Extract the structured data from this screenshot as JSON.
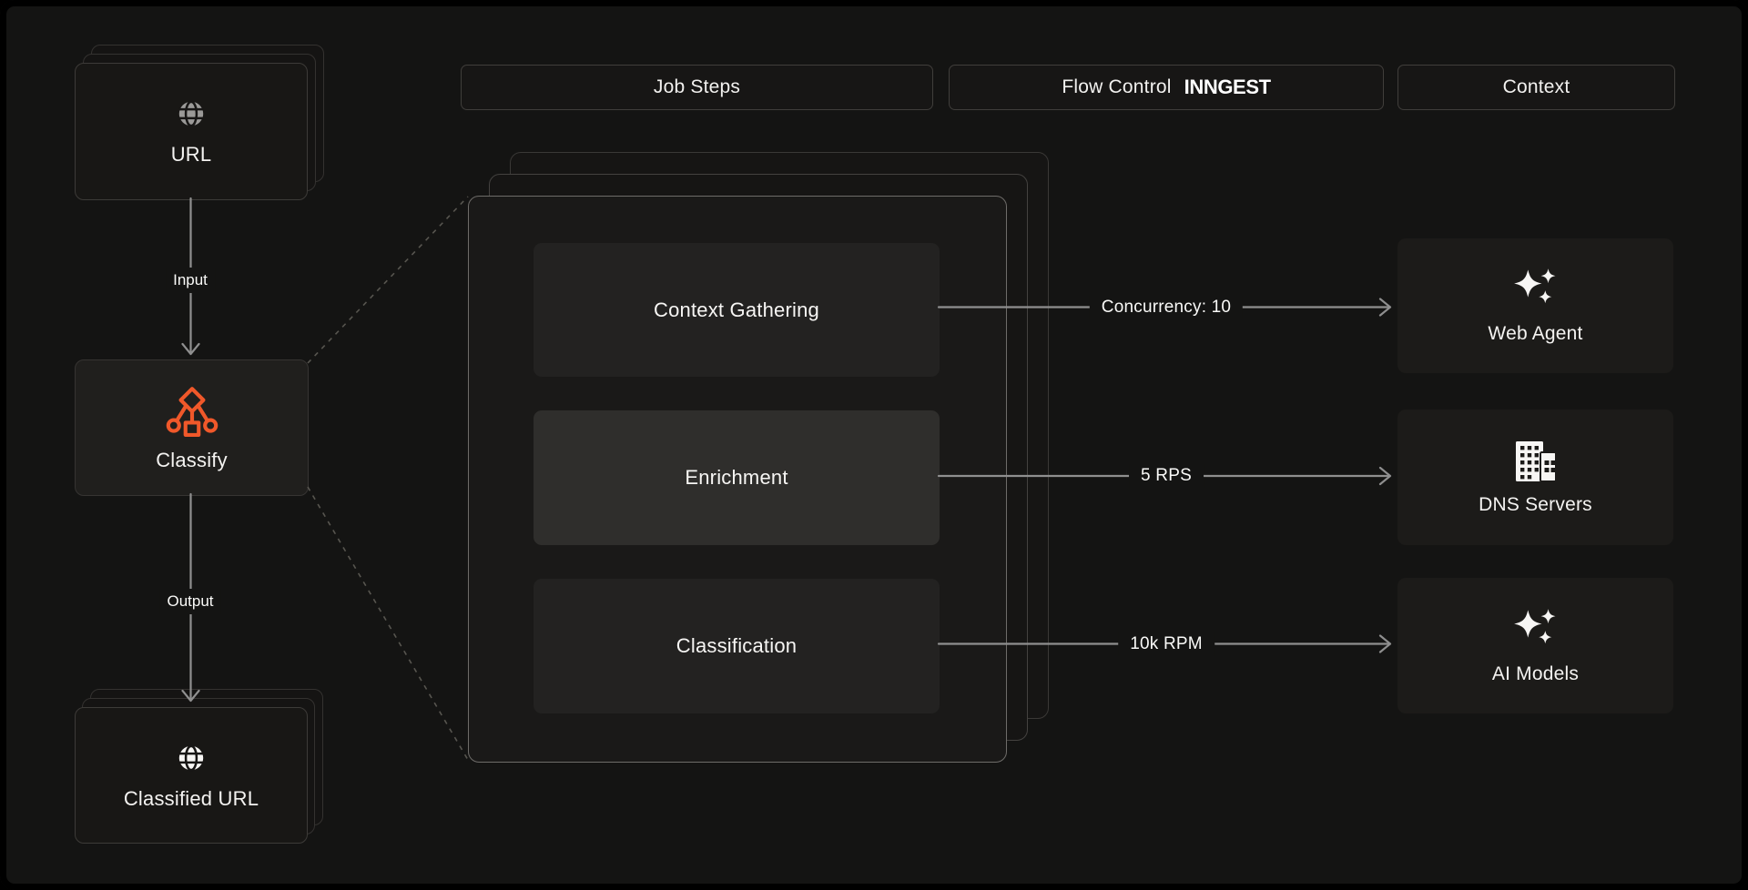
{
  "theme": {
    "page_bg": "#141413",
    "card_bg": "#181715",
    "card_border": "#3d3b38",
    "accent_orange": "#f0582a",
    "arrow_gray": "#8f8f8f",
    "dashed_gray": "#57554f",
    "text_primary": "#f4f3f1"
  },
  "headers": {
    "job_steps": "Job Steps",
    "flow_control": "Flow Control",
    "brand": "INNGEST",
    "context": "Context"
  },
  "left_flow": {
    "url_card": {
      "label": "URL",
      "icon": "globe-icon"
    },
    "input_label": "Input",
    "classify_card": {
      "label": "Classify",
      "icon": "classify-tree-icon"
    },
    "output_label": "Output",
    "classified_card": {
      "label": "Classified URL",
      "icon": "globe-icon"
    }
  },
  "steps": [
    {
      "label": "Context Gathering"
    },
    {
      "label": "Enrichment"
    },
    {
      "label": "Classification"
    }
  ],
  "flow_controls": [
    "Concurrency: 10",
    "5 RPS",
    "10k RPM"
  ],
  "context_nodes": [
    {
      "label": "Web Agent",
      "icon": "sparkles-icon"
    },
    {
      "label": "DNS Servers",
      "icon": "buildings-icon"
    },
    {
      "label": "AI Models",
      "icon": "sparkles-icon"
    }
  ]
}
